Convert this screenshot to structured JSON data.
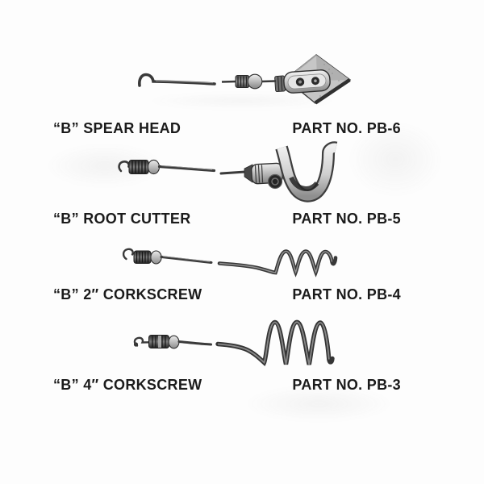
{
  "page": {
    "background_color": "#fdfdfd",
    "text_color": "#1b1b1b"
  },
  "catalog": {
    "items": [
      {
        "name": "“B” SPEAR HEAD",
        "part_no": "PART NO. PB-6",
        "figure": "spear-head"
      },
      {
        "name": "“B” ROOT CUTTER",
        "part_no": "PART NO. PB-5",
        "figure": "root-cutter"
      },
      {
        "name": "“B” 2″ CORKSCREW",
        "part_no": "PART NO. PB-4",
        "figure": "2-inch-corkscrew"
      },
      {
        "name": "“B” 4″ CORKSCREW",
        "part_no": "PART NO. PB-3",
        "figure": "4-inch-corkscrew"
      }
    ]
  }
}
